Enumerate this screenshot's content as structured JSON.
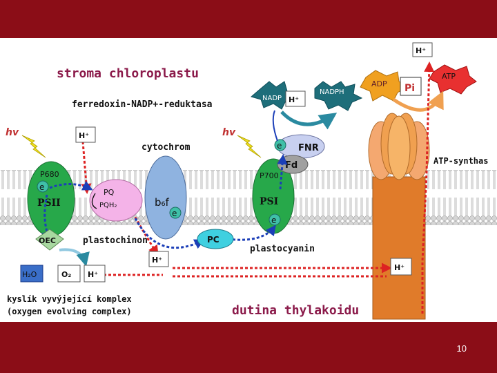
{
  "slide": {
    "number": "10"
  },
  "labels": {
    "stroma": "stroma chloroplastu",
    "ferredoxin_reductase": "ferredoxin-NADP+-reduktasa",
    "cytochrom": "cytochrom",
    "plastochinon": "plastochinon",
    "plastocyanin": "plastocyanin",
    "atp_synthase": "ATP-synthas",
    "oec_line1": "kyslík vyvýjející komplex",
    "oec_line2": "(oxygen evolving complex)",
    "lumen": "dutina thylakoidu",
    "hv": "hv"
  },
  "components": {
    "p680": "P680",
    "p700": "P700",
    "psii": "PSII",
    "psi": "PSI",
    "pq": "PQ",
    "pqh2": "PQH₂",
    "b6f": "b₆f",
    "pc": "PC",
    "oec": "OEC",
    "fd": "Fd",
    "fnr": "FNR",
    "electron": "e",
    "h2o": "H₂O",
    "o2": "O₂",
    "h_plus": "H⁺",
    "nadp": "NADP",
    "nadph": "NADPH",
    "adp": "ADP",
    "atp": "ATP",
    "pi": "Pi"
  },
  "colors": {
    "band": "#8b0d17",
    "membrane_head": "#d9d9d9",
    "photosystem": "#27a84a",
    "cytochrome": "#8fb3e0",
    "pq_pool": "#f4b3e8",
    "electron_path": "#1c3fb8",
    "proton_path": "#dd2222",
    "atp_synthase_head": "#f0a050",
    "atp_synthase_stalk": "#e07b2a"
  }
}
